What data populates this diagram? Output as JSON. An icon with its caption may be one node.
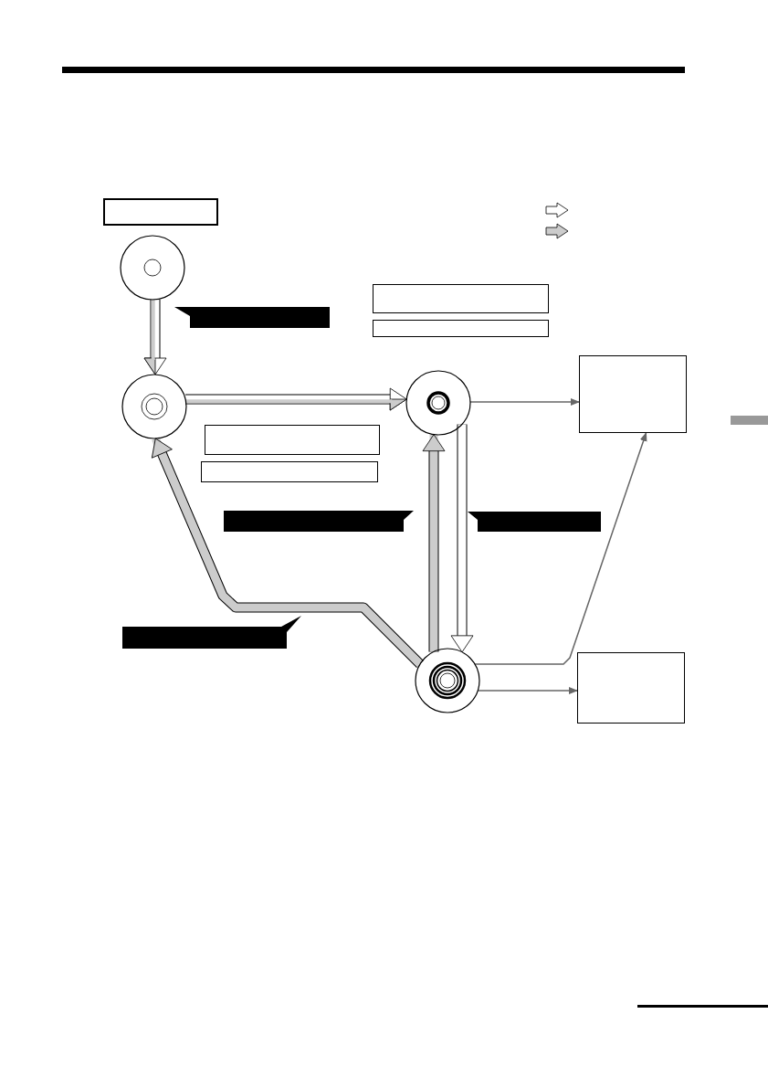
{
  "diagram": {
    "nodes": [
      {
        "text": [],
        "shape": "box"
      },
      {
        "text": [],
        "shape": "circle"
      },
      {
        "text": [],
        "shape": "box"
      },
      {
        "text": [],
        "shape": "callout"
      },
      {
        "text": [],
        "shape": "box"
      },
      {
        "text": [],
        "shape": "circle"
      },
      {
        "text": [],
        "shape": "circle"
      },
      {
        "text": [],
        "shape": "box"
      },
      {
        "text": [],
        "shape": "box"
      },
      {
        "text": [],
        "shape": "box"
      },
      {
        "text": [],
        "shape": "callout"
      },
      {
        "text": [],
        "shape": "callout"
      },
      {
        "text": [],
        "shape": "callout"
      },
      {
        "text": [],
        "shape": "circle"
      },
      {
        "text": [],
        "shape": "box"
      }
    ],
    "edges": [
      {
        "from": 1,
        "to": 5,
        "arrow": "to"
      },
      {
        "from": 5,
        "to": 6,
        "arrow": "to"
      },
      {
        "from": 6,
        "to": 7,
        "arrow": "to",
        "color": "#666666"
      },
      {
        "from": 13,
        "to": 6,
        "arrow": "to",
        "color": "#cccccc"
      },
      {
        "from": 6,
        "to": 13,
        "arrow": "to",
        "color": "#ffffff"
      },
      {
        "from": 13,
        "to": 5,
        "arrow": "to",
        "color": "#cccccc"
      },
      {
        "from": 13,
        "to": 7,
        "arrow": "to",
        "color": "#666666"
      },
      {
        "from": 13,
        "to": 14,
        "arrow": "to",
        "color": "#666666"
      }
    ]
  }
}
